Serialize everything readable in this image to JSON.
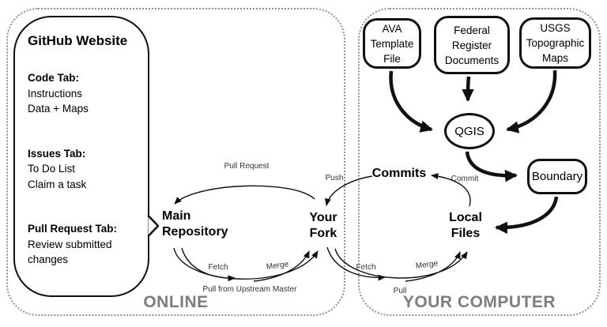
{
  "sections": {
    "online": {
      "label": "ONLINE"
    },
    "computer": {
      "label": "YOUR COMPUTER"
    }
  },
  "github_box": {
    "title": "GitHub Website",
    "sections": [
      {
        "heading": "Code Tab:",
        "lines": [
          "Instructions",
          "Data + Maps"
        ]
      },
      {
        "heading": "Issues Tab:",
        "lines": [
          "To Do List",
          "Claim a task"
        ]
      },
      {
        "heading": "Pull Request Tab:",
        "lines": [
          "Review submitted",
          "changes"
        ]
      }
    ]
  },
  "nodes": {
    "ava": {
      "lines": [
        "AVA",
        "Template",
        "File"
      ]
    },
    "federal": {
      "lines": [
        "Federal",
        "Register",
        "Documents"
      ]
    },
    "usgs": {
      "lines": [
        "USGS",
        "Topographic",
        "Maps"
      ]
    },
    "qgis": {
      "label": "QGIS"
    },
    "boundary": {
      "label": "Boundary"
    },
    "main_repo": {
      "lines": [
        "Main",
        "Repository"
      ]
    },
    "your_fork": {
      "lines": [
        "Your",
        "Fork"
      ]
    },
    "commits": {
      "label": "Commits"
    },
    "local_files": {
      "lines": [
        "Local",
        "Files"
      ]
    }
  },
  "arrow_labels": {
    "pull_request": "Pull Request",
    "push": "Push",
    "commit": "Commit",
    "fetch_left": "Fetch",
    "merge_left": "Merge",
    "pull_upstream": "Pull from Upstream Master",
    "fetch_right": "Fetch",
    "merge_right": "Merge",
    "pull_right": "Pull"
  },
  "colors": {
    "ink": "#111111",
    "section_label": "#7d7d7d",
    "dotted_border": "#8f8f8f",
    "small_label": "#333333"
  }
}
